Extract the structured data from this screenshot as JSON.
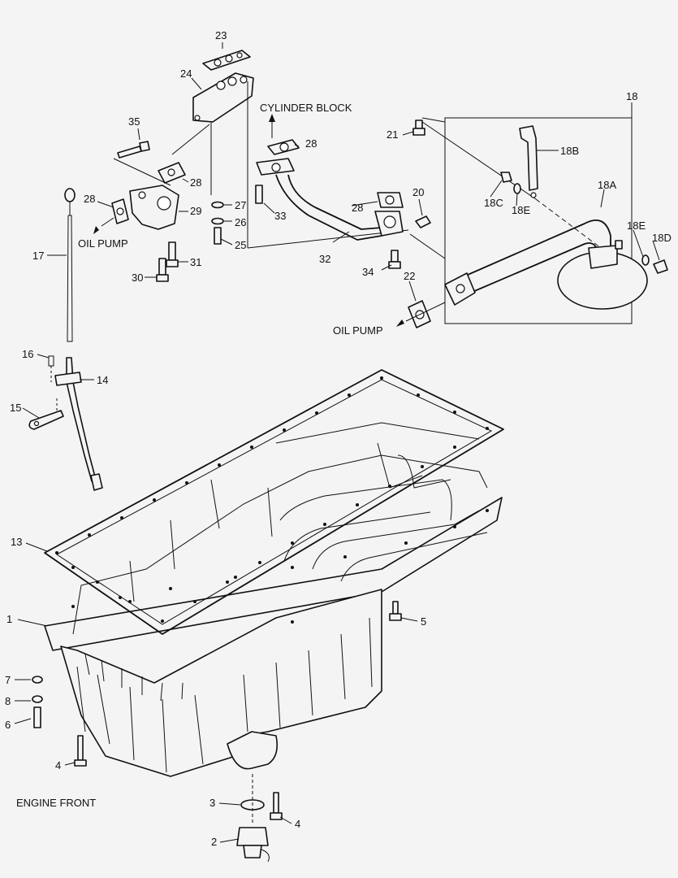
{
  "captions": {
    "cylinder_block": "CYLINDER BLOCK",
    "oil_pump_left": "OIL PUMP",
    "oil_pump_right": "OIL PUMP",
    "engine_front": "ENGINE FRONT"
  },
  "callouts": [
    {
      "id": "23",
      "text": "23"
    },
    {
      "id": "24",
      "text": "24"
    },
    {
      "id": "35",
      "text": "35"
    },
    {
      "id": "28a",
      "text": "28"
    },
    {
      "id": "28b",
      "text": "28"
    },
    {
      "id": "28c",
      "text": "28"
    },
    {
      "id": "28d",
      "text": "28"
    },
    {
      "id": "29",
      "text": "29"
    },
    {
      "id": "27",
      "text": "27"
    },
    {
      "id": "26",
      "text": "26"
    },
    {
      "id": "25",
      "text": "25"
    },
    {
      "id": "33",
      "text": "33"
    },
    {
      "id": "32",
      "text": "32"
    },
    {
      "id": "34",
      "text": "34"
    },
    {
      "id": "31",
      "text": "31"
    },
    {
      "id": "30",
      "text": "30"
    },
    {
      "id": "17",
      "text": "17"
    },
    {
      "id": "16",
      "text": "16"
    },
    {
      "id": "14",
      "text": "14"
    },
    {
      "id": "15",
      "text": "15"
    },
    {
      "id": "21",
      "text": "21"
    },
    {
      "id": "20",
      "text": "20"
    },
    {
      "id": "22",
      "text": "22"
    },
    {
      "id": "18",
      "text": "18"
    },
    {
      "id": "18B",
      "text": "18B"
    },
    {
      "id": "18A",
      "text": "18A"
    },
    {
      "id": "18C",
      "text": "18C"
    },
    {
      "id": "18E1",
      "text": "18E"
    },
    {
      "id": "18E2",
      "text": "18E"
    },
    {
      "id": "18D",
      "text": "18D"
    },
    {
      "id": "13",
      "text": "13"
    },
    {
      "id": "1",
      "text": "1"
    },
    {
      "id": "5",
      "text": "5"
    },
    {
      "id": "7",
      "text": "7"
    },
    {
      "id": "8",
      "text": "8"
    },
    {
      "id": "6",
      "text": "6"
    },
    {
      "id": "4a",
      "text": "4"
    },
    {
      "id": "3",
      "text": "3"
    },
    {
      "id": "2",
      "text": "2"
    },
    {
      "id": "4b",
      "text": "4"
    }
  ]
}
